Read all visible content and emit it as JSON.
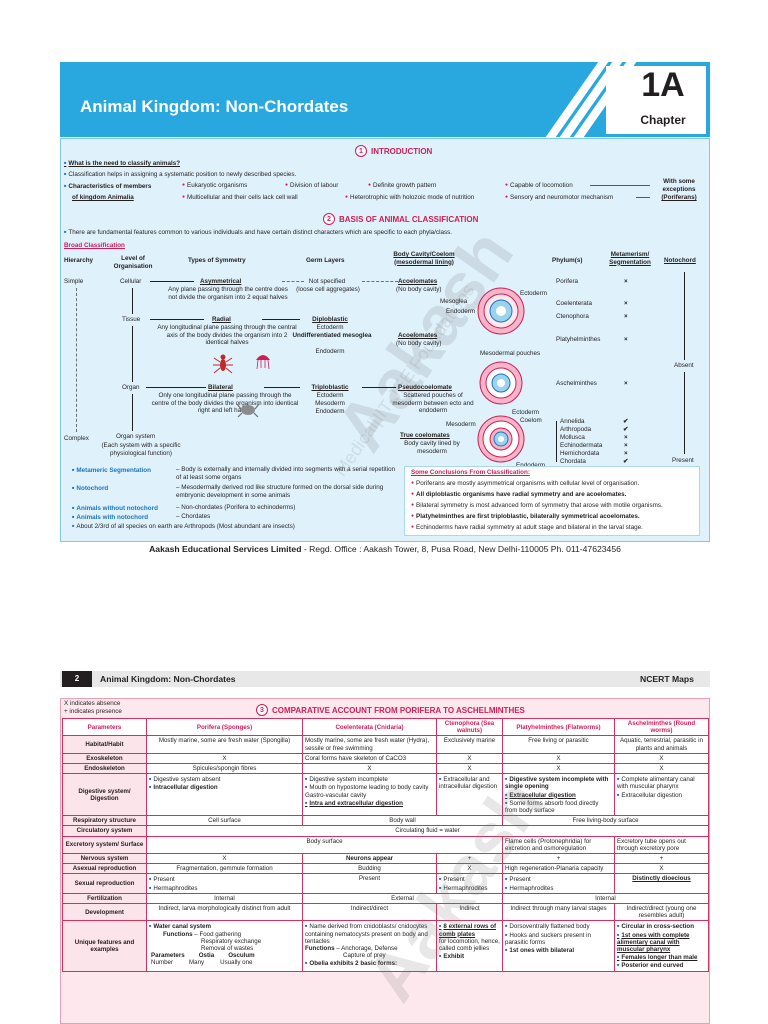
{
  "page1": {
    "title": "Animal Kingdom: Non-Chordates",
    "chapter_number": "1A",
    "chapter_label": "Chapter",
    "intro": {
      "number": "1",
      "heading": "INTRODUCTION",
      "q1": "What is the need to classify animals?",
      "q1_answer": "Classification helps in assigning a systematic position to newly described species.",
      "char_label": "Characteristics of members",
      "char_label2": "of kingdom Animalia",
      "c1": "Eukaryotic organisms",
      "c2": "Division of labour",
      "c3": "Definite growth pattern",
      "c4": "Capable of locomotion",
      "c5": "Multicellular and their cells lack cell wall",
      "c6": "Heterotrophic with holozoic mode of nutrition",
      "c7": "Sensory and neuromotor mechanism",
      "exceptions": "With some exceptions",
      "exceptions_b": "(Poriferans)"
    },
    "basis": {
      "number": "2",
      "heading": "BASIS OF ANIMAL CLASSIFICATION",
      "intro": "There are fundamental features common to various individuals and have certain distinct characters which are specific to each phyla/class.",
      "broad": "Broad Classification",
      "col_hierarchy": "Hierarchy",
      "col_level": "Level of Organisation",
      "col_symmetry": "Types of Symmetry",
      "col_germ": "Germ Layers",
      "col_body": "Body Cavity/Coelom (mesodermal lining)",
      "col_phylum": "Phylum(s)",
      "col_meta": "Metamerism/ Segmentation",
      "col_noto": "Notochord",
      "simple": "Simple",
      "complex": "Complex",
      "cellular": "Cellular",
      "tissue": "Tissue",
      "organ": "Organ",
      "organ_system": "Organ system",
      "organ_system_note": "(Each system with a specific physiological function)",
      "asym": "Asymmetrical",
      "asym_note": "Any plane passing through the centre does not divide the organism into 2 equal halves",
      "radial": "Radial",
      "radial_note": "Any longitudinal plane passing through the central axis of the body divides the organism into 2 identical halves",
      "bilateral": "Bilateral",
      "bilateral_note": "Only one longitudinal plane passing through the centre of the body divides the organism into identical right and left halves",
      "not_spec": "Not specified",
      "not_spec2": "(loose cell aggregates)",
      "diplo": "Diploblastic",
      "diplo_l1": "Ectoderm",
      "diplo_l2": "Undifferentiated mesoglea",
      "diplo_l3": "Endoderm",
      "triplo": "Triploblastic",
      "triplo_l1": "Ectoderm",
      "triplo_l2": "Mesoderm",
      "triplo_l3": "Endoderm",
      "acoel1": "Acoelomates",
      "acoel1_b": "(No body cavity)",
      "acoel2": "Acoelomates",
      "acoel2_b": "(No body cavity)",
      "pseudo": "Pseudocoelomate",
      "pseudo_note": "Scattered pouches of mesoderm between ecto and endoderm",
      "true_coel": "True coelomates",
      "true_coel_note": "Body cavity lined by mesoderm",
      "lbl_mesoglea": "Mesoglea",
      "lbl_ectoderm": "Ectoderm",
      "lbl_endoderm": "Endoderm",
      "lbl_pouches": "Mesodermal pouches",
      "lbl_ecto2": "Ectoderm",
      "lbl_coelom": "Coelom",
      "lbl_meso2": "Mesoderm",
      "lbl_endo2": "Endoderm",
      "porifera": "Porifera",
      "coelenterata": "Coelenterata",
      "ctenophora": "Ctenophora",
      "platy": "Platyhelminthes",
      "aschel": "Aschelminthes",
      "annelida": "Annelida",
      "arthropoda": "Arthropoda",
      "mollusca": "Mollusca",
      "echino": "Echinodermata",
      "hemi": "Hemichordata",
      "chordata": "Chordata",
      "absent": "Absent",
      "present": "Present",
      "mark_no": "×",
      "mark_yes": "✔"
    },
    "notes": [
      {
        "k": "Metameric Segmentation",
        "v": "– Body is externally and internally divided into segments with a serial repetition of at least some organs"
      },
      {
        "k": "Notochord",
        "v": "– Mesodermally derived rod like structure formed on the dorsal side during embryonic development in some animals"
      },
      {
        "k": "Animals without notochord",
        "v": "– Non-chordates (Porifera to echinoderms)"
      },
      {
        "k": "Animals with notochord",
        "v": "– Chordates"
      },
      {
        "k": "",
        "v": "About 2/3rd of all species on earth are Arthropods (Most abundant are insects)"
      }
    ],
    "conclusions": {
      "heading": "Some Conclusions From Classification:",
      "items": [
        "Poriferans are mostly asymmetrical organisms with cellular level of organisation.",
        "All diploblastic organisms have radial symmetry and are acoelomates.",
        "Bilateral symmetry is most advanced form of symmetry that arose with motile organisms.",
        "Platyhelminthes are first triploblastic, bilaterally symmetrical acoelomates.",
        "Echinoderms have radial symmetry at adult stage and bilateral in the larval stage."
      ]
    },
    "footer_company": "Aakash Educational Services Limited",
    "footer_rest": " - Regd. Office : Aakash Tower, 8, Pusa Road, New Delhi-110005 Ph. 011-47623456",
    "watermark": "Aakash",
    "watermark_sub": "Medical|IIT-JEE|Foundations"
  },
  "page2": {
    "page_number": "2",
    "title": "Animal Kingdom: Non-Chordates",
    "right": "NCERT Maps",
    "legend_x": "X indicates absence",
    "legend_plus": "+ indicates presence",
    "section_number": "3",
    "section_heading": "COMPARATIVE ACCOUNT FROM PORIFERA TO ASCHELMINTHES",
    "headers": [
      "Parameters",
      "Porifera (Sponges)",
      "Coelenterata (Cnidaria)",
      "Ctenophora (Sea walnuts)",
      "Platyhelminthes (Flatworms)",
      "Aschelminthes (Round worms)"
    ],
    "rows": {
      "habitat": [
        "Habitat/Habit",
        "Mostly marine, some are fresh water (Spongilla)",
        "Mostly marine, some are fresh water (Hydra), sessile or free swimming",
        "Exclusively marine",
        "Free living or parasitic",
        "Aquatic, terrestrial, parasitic in plants and animals"
      ],
      "exo": [
        "Exoskeleton",
        "X",
        "Coral forms have skeleton of CaCO3",
        "X",
        "X",
        "X"
      ],
      "endo": [
        "Endoskeleton",
        "Spicules/spongin fibres",
        "X",
        "X",
        "X",
        "X"
      ],
      "digest_label": "Digestive system/ Digestion",
      "digest_p1": "Digestive system absent",
      "digest_p2": "Intracellular digestion",
      "digest_c1": "Digestive system incomplete",
      "digest_c2": "Mouth on hypostome leading to body cavity Gastro-vascular cavity",
      "digest_c3": "Intra and extracellular digestion",
      "digest_ct": "Extracellular and intracellular digestion",
      "digest_pl1": "Digestive system incomplete with single opening",
      "digest_pl2": "Extracellular digestion",
      "digest_pl3": "Some forms absorb food directly from body surface",
      "digest_a1": "Complete alimentary canal with muscular pharynx",
      "digest_a2": "Extracellular digestion",
      "resp": [
        "Respiratory structure",
        "Cell surface",
        "Body wall",
        "Free living-body surface"
      ],
      "circ": [
        "Circulatory system",
        "Circulating fluid = water"
      ],
      "excr": [
        "Excretory system/ Surface",
        "Body surface",
        "Flame cells (Protonephridia) for excretion and osmoregulation",
        "Excretory tube opens out through excretory pore"
      ],
      "nerv": [
        "Nervous system",
        "X",
        "Neurons appear",
        "+",
        "+",
        "+"
      ],
      "asex": [
        "Asexual reproduction",
        "Fragmentation, gemmule formation",
        "Budding",
        "X",
        "High regeneration-Planaria capacity",
        "X"
      ],
      "sex_label": "Sexual reproduction",
      "sex_p": "Present",
      "sex_p2": "Hermaphrodites",
      "sex_c": "Present",
      "sex_ct1": "Present",
      "sex_ct2": "Hermaphrodites",
      "sex_pl1": "Present",
      "sex_pl2": "Hermaphrodites",
      "sex_a": "Distinctly dioecious",
      "fert": [
        "Fertilization",
        "Internal",
        "External",
        "Internal"
      ],
      "dev": [
        "Development",
        "Indirect, larva morphologically distinct from adult",
        "Indirect/direct",
        "Indirect",
        "Indirect through many larval stages",
        "Indirect/direct (young one resembles adult)"
      ],
      "uniq_label": "Unique features and examples",
      "uniq_p1": "Water canal system",
      "uniq_p_fn": "Functions",
      "uniq_p_f1": "Food gathering",
      "uniq_p_f2": "Respiratory exchange",
      "uniq_p_f3": "Removal of wastes",
      "uniq_p_th": [
        "Parameters",
        "Ostia",
        "Osculum"
      ],
      "uniq_p_tr": [
        "Number",
        "Many",
        "Usually one"
      ],
      "uniq_c1": "Name derived from cnidoblasts/ cnidocytes containing nematocysts present on body and tentacles",
      "uniq_c_fn": "Functions",
      "uniq_c_f1": "Anchorage, Defense",
      "uniq_c_f2": "Capture of prey",
      "uniq_c2": "Obelia exhibits 2 basic forms:",
      "uniq_ct1": "8 external rows of comb plates",
      "uniq_ct2": "for locomotion, hence, called comb jellies",
      "uniq_ct3": "Exhibit",
      "uniq_pl1": "Dorsoventrally flattened body",
      "uniq_pl2": "Hooks and suckers present in parasitic forms",
      "uniq_pl3": "1st ones with bilateral",
      "uniq_a1": "Circular in cross-section",
      "uniq_a2": "1st ones with complete alimentary canal with muscular pharynx",
      "uniq_a3": "Females longer than male",
      "uniq_a4": "Posterior end curved"
    }
  }
}
